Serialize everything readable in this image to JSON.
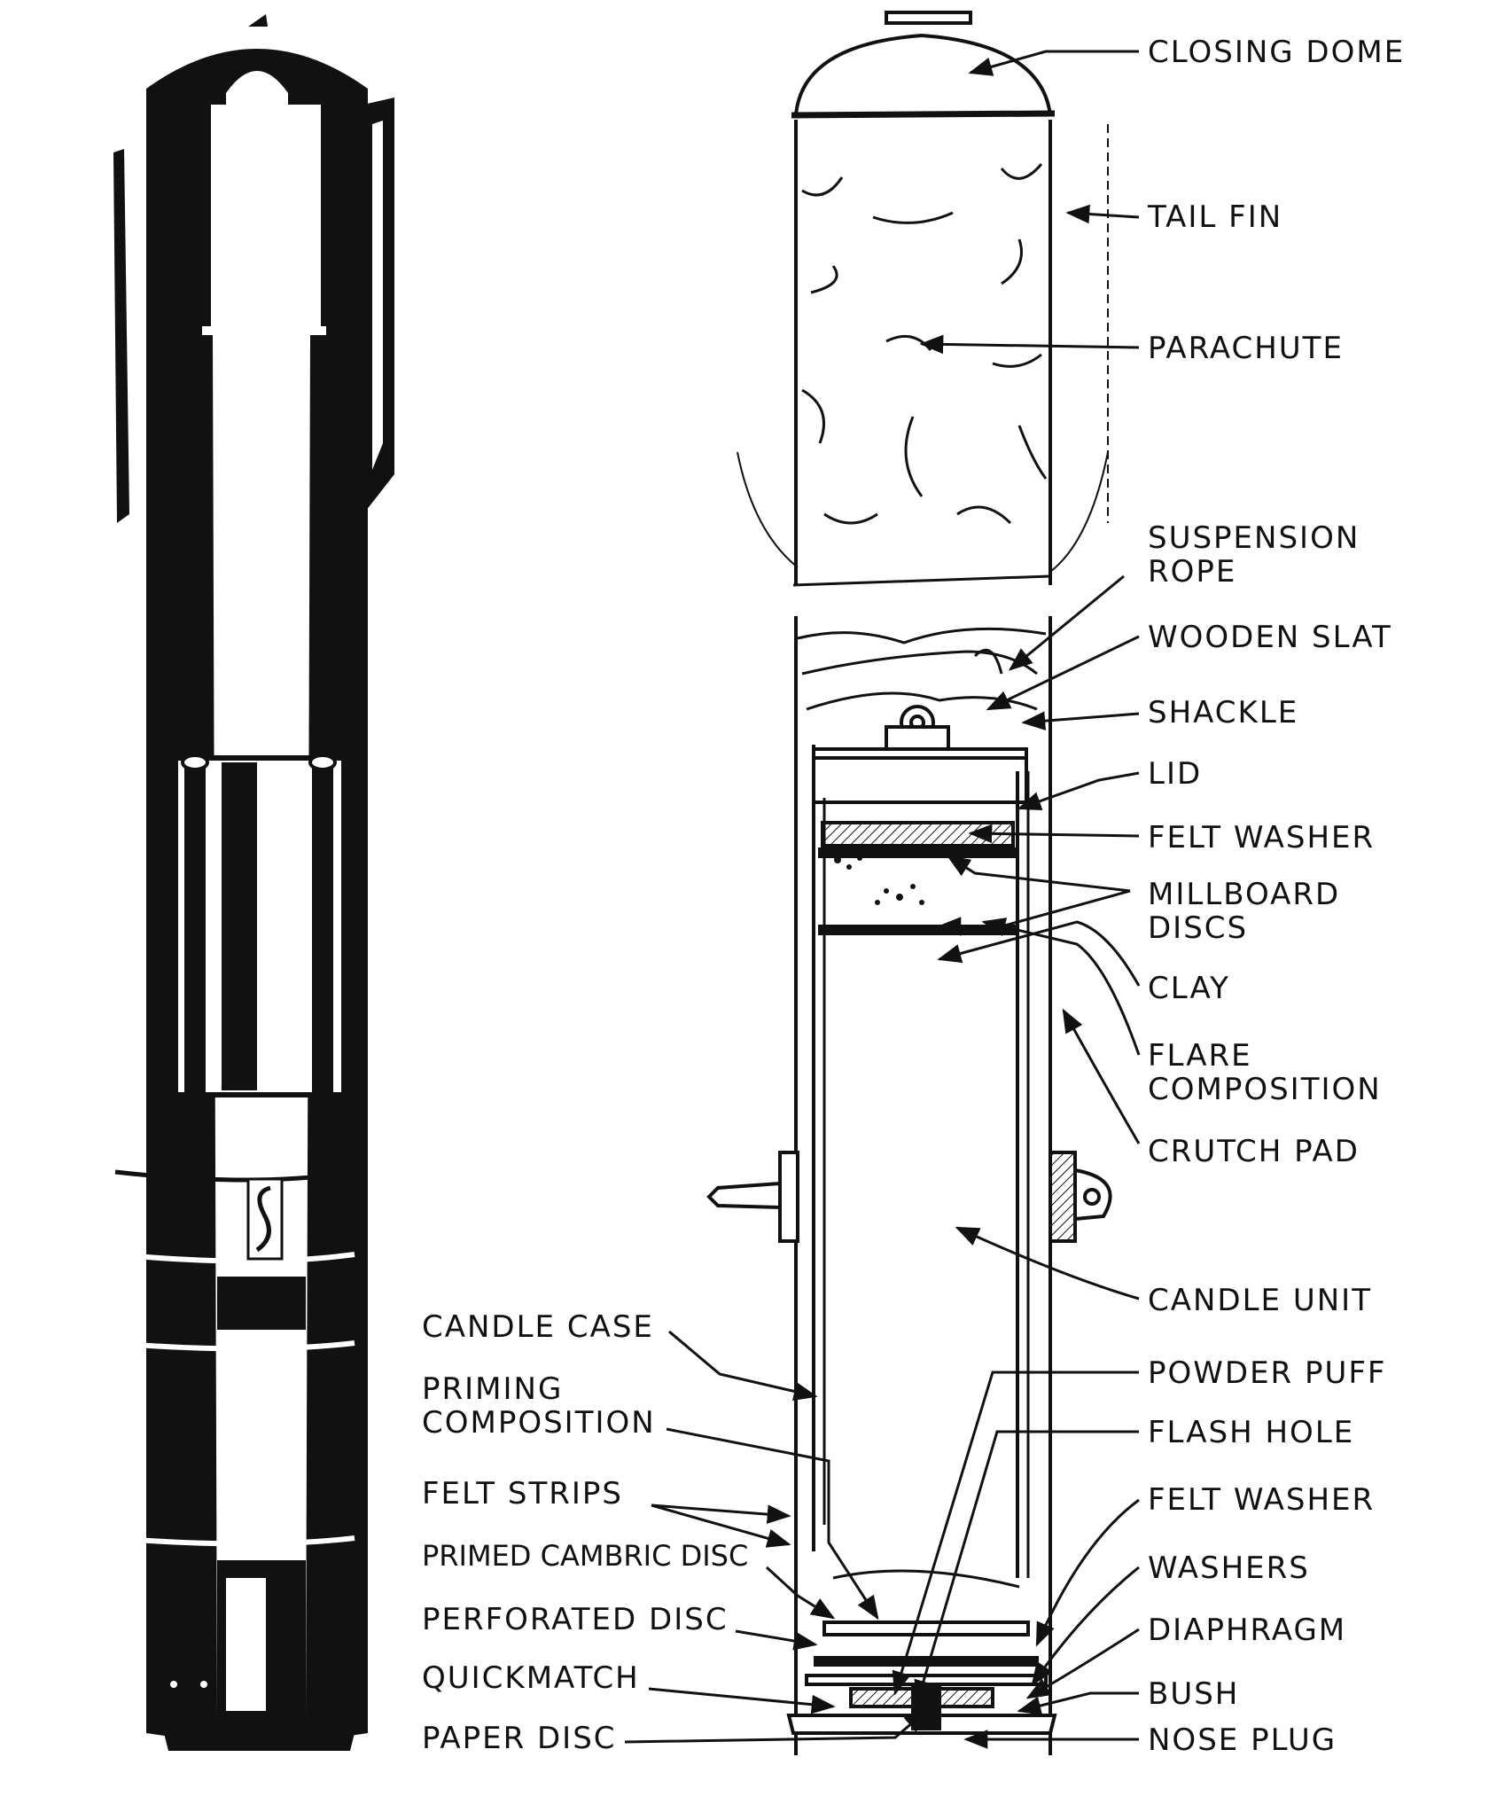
{
  "labels_right": {
    "closing_dome": "CLOSING DOME",
    "tail_fin": "TAIL FIN",
    "parachute": "PARACHUTE",
    "suspension_rope": [
      "SUSPENSION",
      "ROPE"
    ],
    "wooden_slat": "WOODEN SLAT",
    "shackle": "SHACKLE",
    "lid": "LID",
    "felt_washer_top": "FELT WASHER",
    "millboard_discs": [
      "MILLBOARD",
      "DISCS"
    ],
    "clay": "CLAY",
    "flare_composition": [
      "FLARE",
      "COMPOSITION"
    ],
    "crutch_pad": "CRUTCH PAD",
    "candle_unit": "CANDLE UNIT",
    "powder_puff": "POWDER PUFF",
    "flash_hole": "FLASH HOLE",
    "felt_washer_bottom": "FELT WASHER",
    "washers": "WASHERS",
    "diaphragm": "DIAPHRAGM",
    "bush": "BUSH",
    "nose_plug": "NOSE PLUG"
  },
  "labels_left": {
    "candle_case": "CANDLE CASE",
    "priming_composition": [
      "PRIMING",
      "COMPOSITION"
    ],
    "felt_strips": "FELT STRIPS",
    "primed_cambric_disc": "PRIMED CAMBRIC DISC",
    "perforated_disc": "PERFORATED DISC",
    "quickmatch": "QUICKMATCH",
    "paper_disc": "PAPER DISC"
  },
  "colors": {
    "ink": "#111111",
    "paper": "#ffffff"
  }
}
